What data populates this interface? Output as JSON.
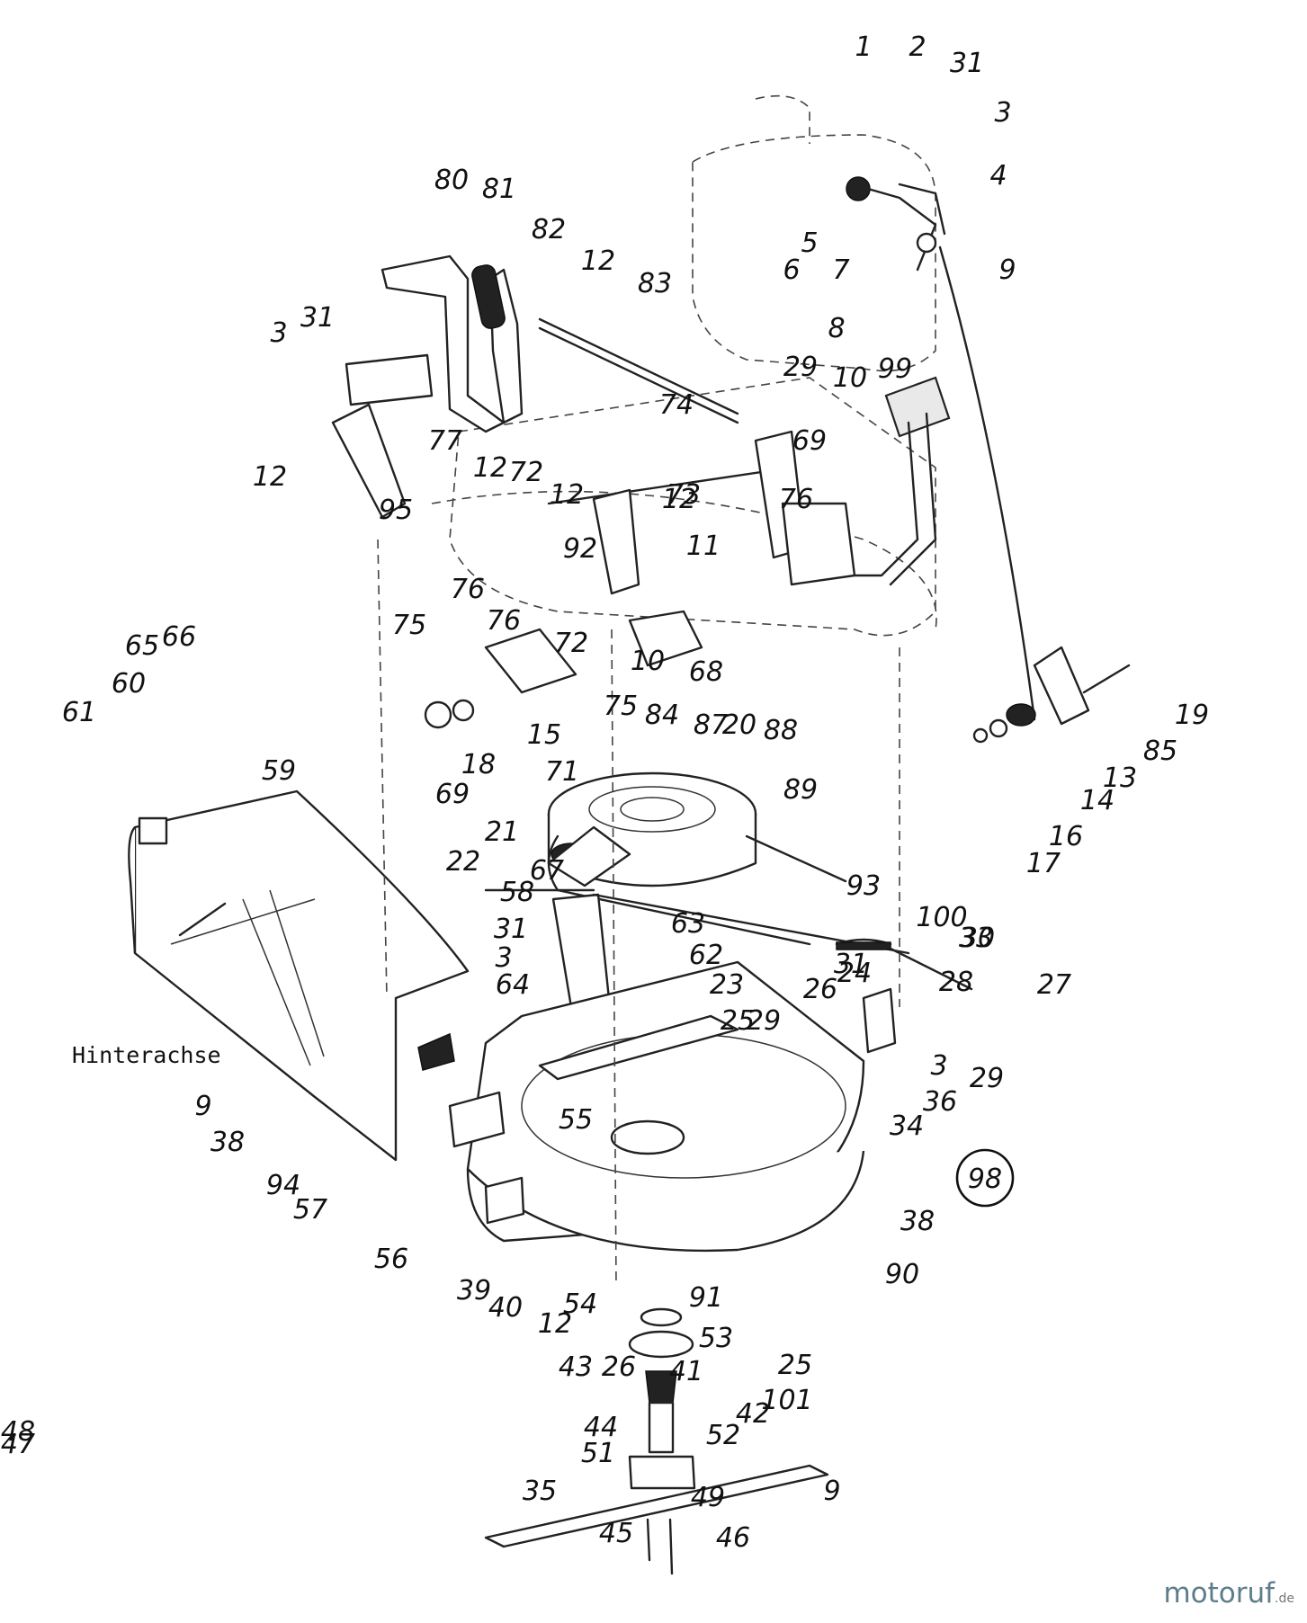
{
  "diagram": {
    "axle_label": "Hinterachse",
    "circled_label": "98",
    "watermark": "motoruf",
    "watermark_suffix": ".de",
    "colors": {
      "line": "#222222",
      "background": "#ffffff",
      "watermark": "#5e7d8a"
    },
    "callouts": [
      "1",
      "2",
      "31",
      "3",
      "4",
      "5",
      "6",
      "7",
      "9",
      "8",
      "80",
      "81",
      "82",
      "12",
      "83",
      "3",
      "31",
      "77",
      "29",
      "10",
      "99",
      "12",
      "72",
      "74",
      "12",
      "12",
      "73",
      "69",
      "76",
      "12",
      "95",
      "76",
      "92",
      "11",
      "75",
      "76",
      "72",
      "10",
      "75",
      "68",
      "87",
      "84",
      "20",
      "19",
      "85",
      "13",
      "14",
      "16",
      "17",
      "15",
      "18",
      "69",
      "71",
      "88",
      "89",
      "21",
      "22",
      "67",
      "65",
      "66",
      "60",
      "61",
      "59",
      "58",
      "93",
      "100",
      "30",
      "31",
      "3",
      "64",
      "63",
      "62",
      "23",
      "24",
      "25",
      "29",
      "26",
      "27",
      "28",
      "33",
      "31",
      "3",
      "29",
      "36",
      "34",
      "9",
      "38",
      "94",
      "57",
      "56",
      "55",
      "38",
      "90",
      "39",
      "40",
      "54",
      "12",
      "91",
      "53",
      "41",
      "26",
      "25",
      "101",
      "42",
      "43",
      "44",
      "52",
      "51",
      "35",
      "9",
      "49",
      "45",
      "46",
      "48",
      "47"
    ]
  }
}
